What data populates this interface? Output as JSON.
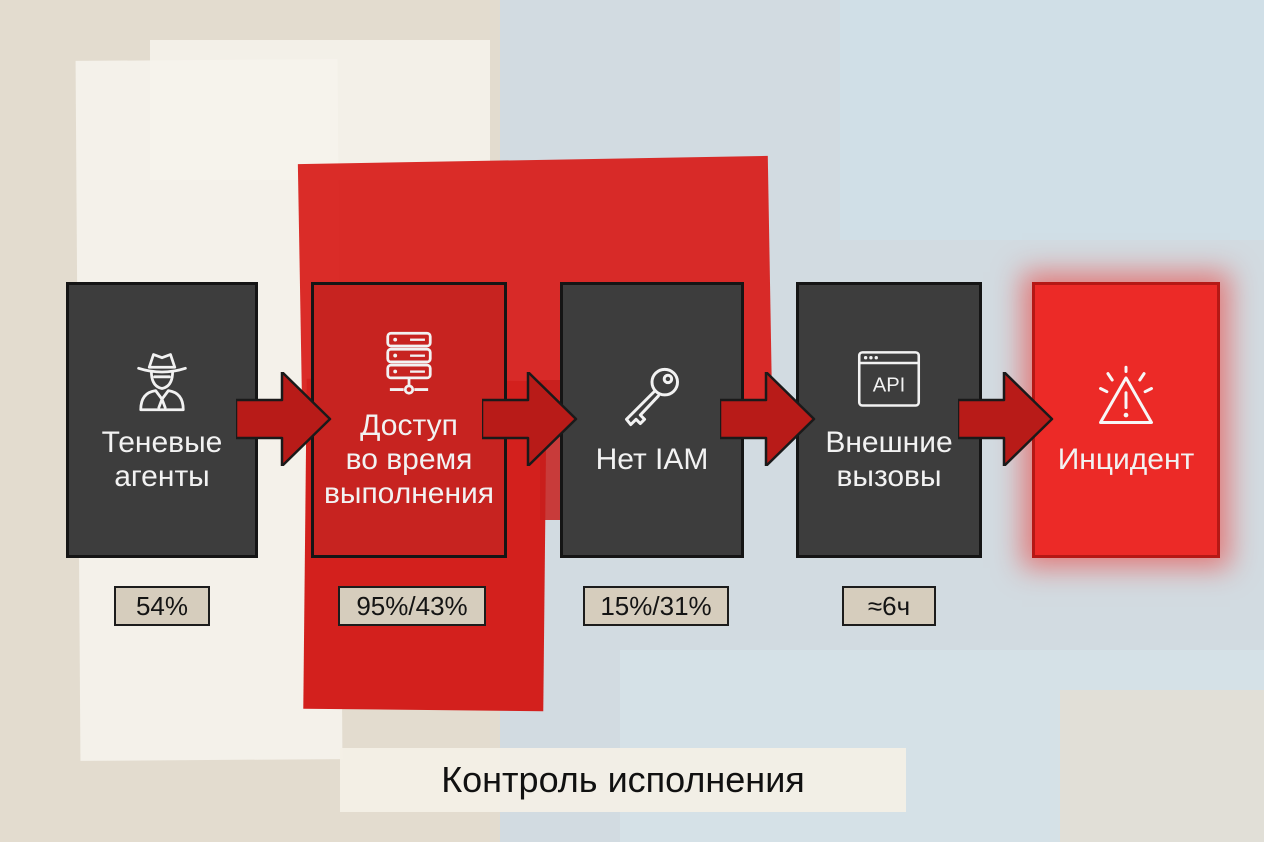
{
  "stages": [
    {
      "label": "Теневые\nагенты",
      "icon": "spy-icon",
      "badge": "54%"
    },
    {
      "label": "Доступ\nво время\nвыполнения",
      "icon": "server-icon",
      "badge": "95%/43%"
    },
    {
      "label": "Нет IAM",
      "icon": "key-icon",
      "badge": "15%/31%"
    },
    {
      "label": "Внешние\nвызовы",
      "icon": "api-window-icon",
      "badge": "≈6ч",
      "icon_text": "API"
    },
    {
      "label": "Инцидент",
      "icon": "warning-icon"
    }
  ],
  "footer": {
    "title": "Контроль исполнения"
  },
  "colors": {
    "accent": "#d8211e",
    "box_dark": "#3d3d3d",
    "alert": "#ec2a27",
    "badge_bg": "#d6cdbd"
  }
}
